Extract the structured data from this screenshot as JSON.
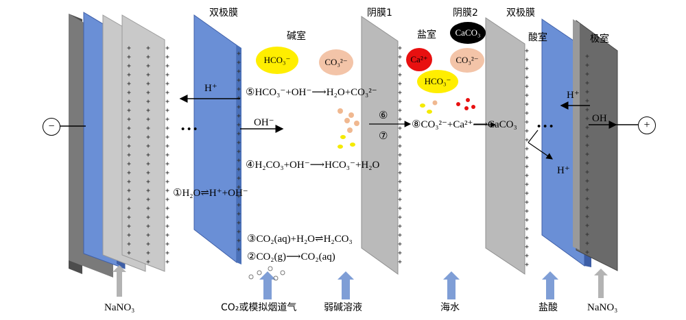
{
  "membranes": {
    "bipolar_left": "双极膜",
    "anion1": "阴膜1",
    "anion2": "阴膜2",
    "bipolar_right": "双极膜"
  },
  "chambers": {
    "alkali": "碱室",
    "salt": "盐室",
    "acid": "酸室",
    "electrode": "极室"
  },
  "ions": {
    "hco3": "HCO₃⁻",
    "co3": "CO₃²⁻",
    "ca": "Ca²⁺",
    "caco3": "CaCO₃",
    "co3_salt": "CO₃²⁻",
    "hco3_salt": "HCO₃⁻"
  },
  "electrodes": {
    "cathode": "−",
    "anode": "+"
  },
  "arrow_labels": {
    "h_left": "H⁺",
    "oh_mid": "OH⁻",
    "h_right_top": "H⁺",
    "oh_right": "OH",
    "h_right_bottom": "H⁺"
  },
  "dots": "• • •",
  "reactions": {
    "r5": "⑤HCO₃⁻+OH⁻⟶H₂O+CO₃²⁻",
    "r6": "⑥",
    "r7": "⑦",
    "r8": "⑧CO₃²⁻+Ca²⁺⟶CaCO₃",
    "r4": "④H₂CO₃+OH⁻⟶HCO₃⁻+H₂O",
    "r1": "①H₂O⇌H⁺+OH⁻",
    "r3": "③CO₂(aq)+H₂O⇌H₂CO₃",
    "r2": "②CO₂(g)⟶CO₂(aq)"
  },
  "inputs": {
    "nano3_left": "NaNO₃",
    "co2": "CO₂或模拟烟道气",
    "weak_base": "弱碱溶液",
    "seawater": "海水",
    "hcl": "盐酸",
    "nano3_right": "NaNO₃"
  },
  "colors": {
    "bipolar": "#6a8fd6",
    "anion": "#b9b9b9",
    "electrode": "#6d6d6d",
    "hco3_bubble": "#ffee00",
    "co3_bubble": "#f3c4a8",
    "ca_bubble": "#e81010",
    "caco3_bubble": "#000000",
    "inflow_blue": "#7f9ed6",
    "inflow_gray": "#b3b3b3"
  }
}
